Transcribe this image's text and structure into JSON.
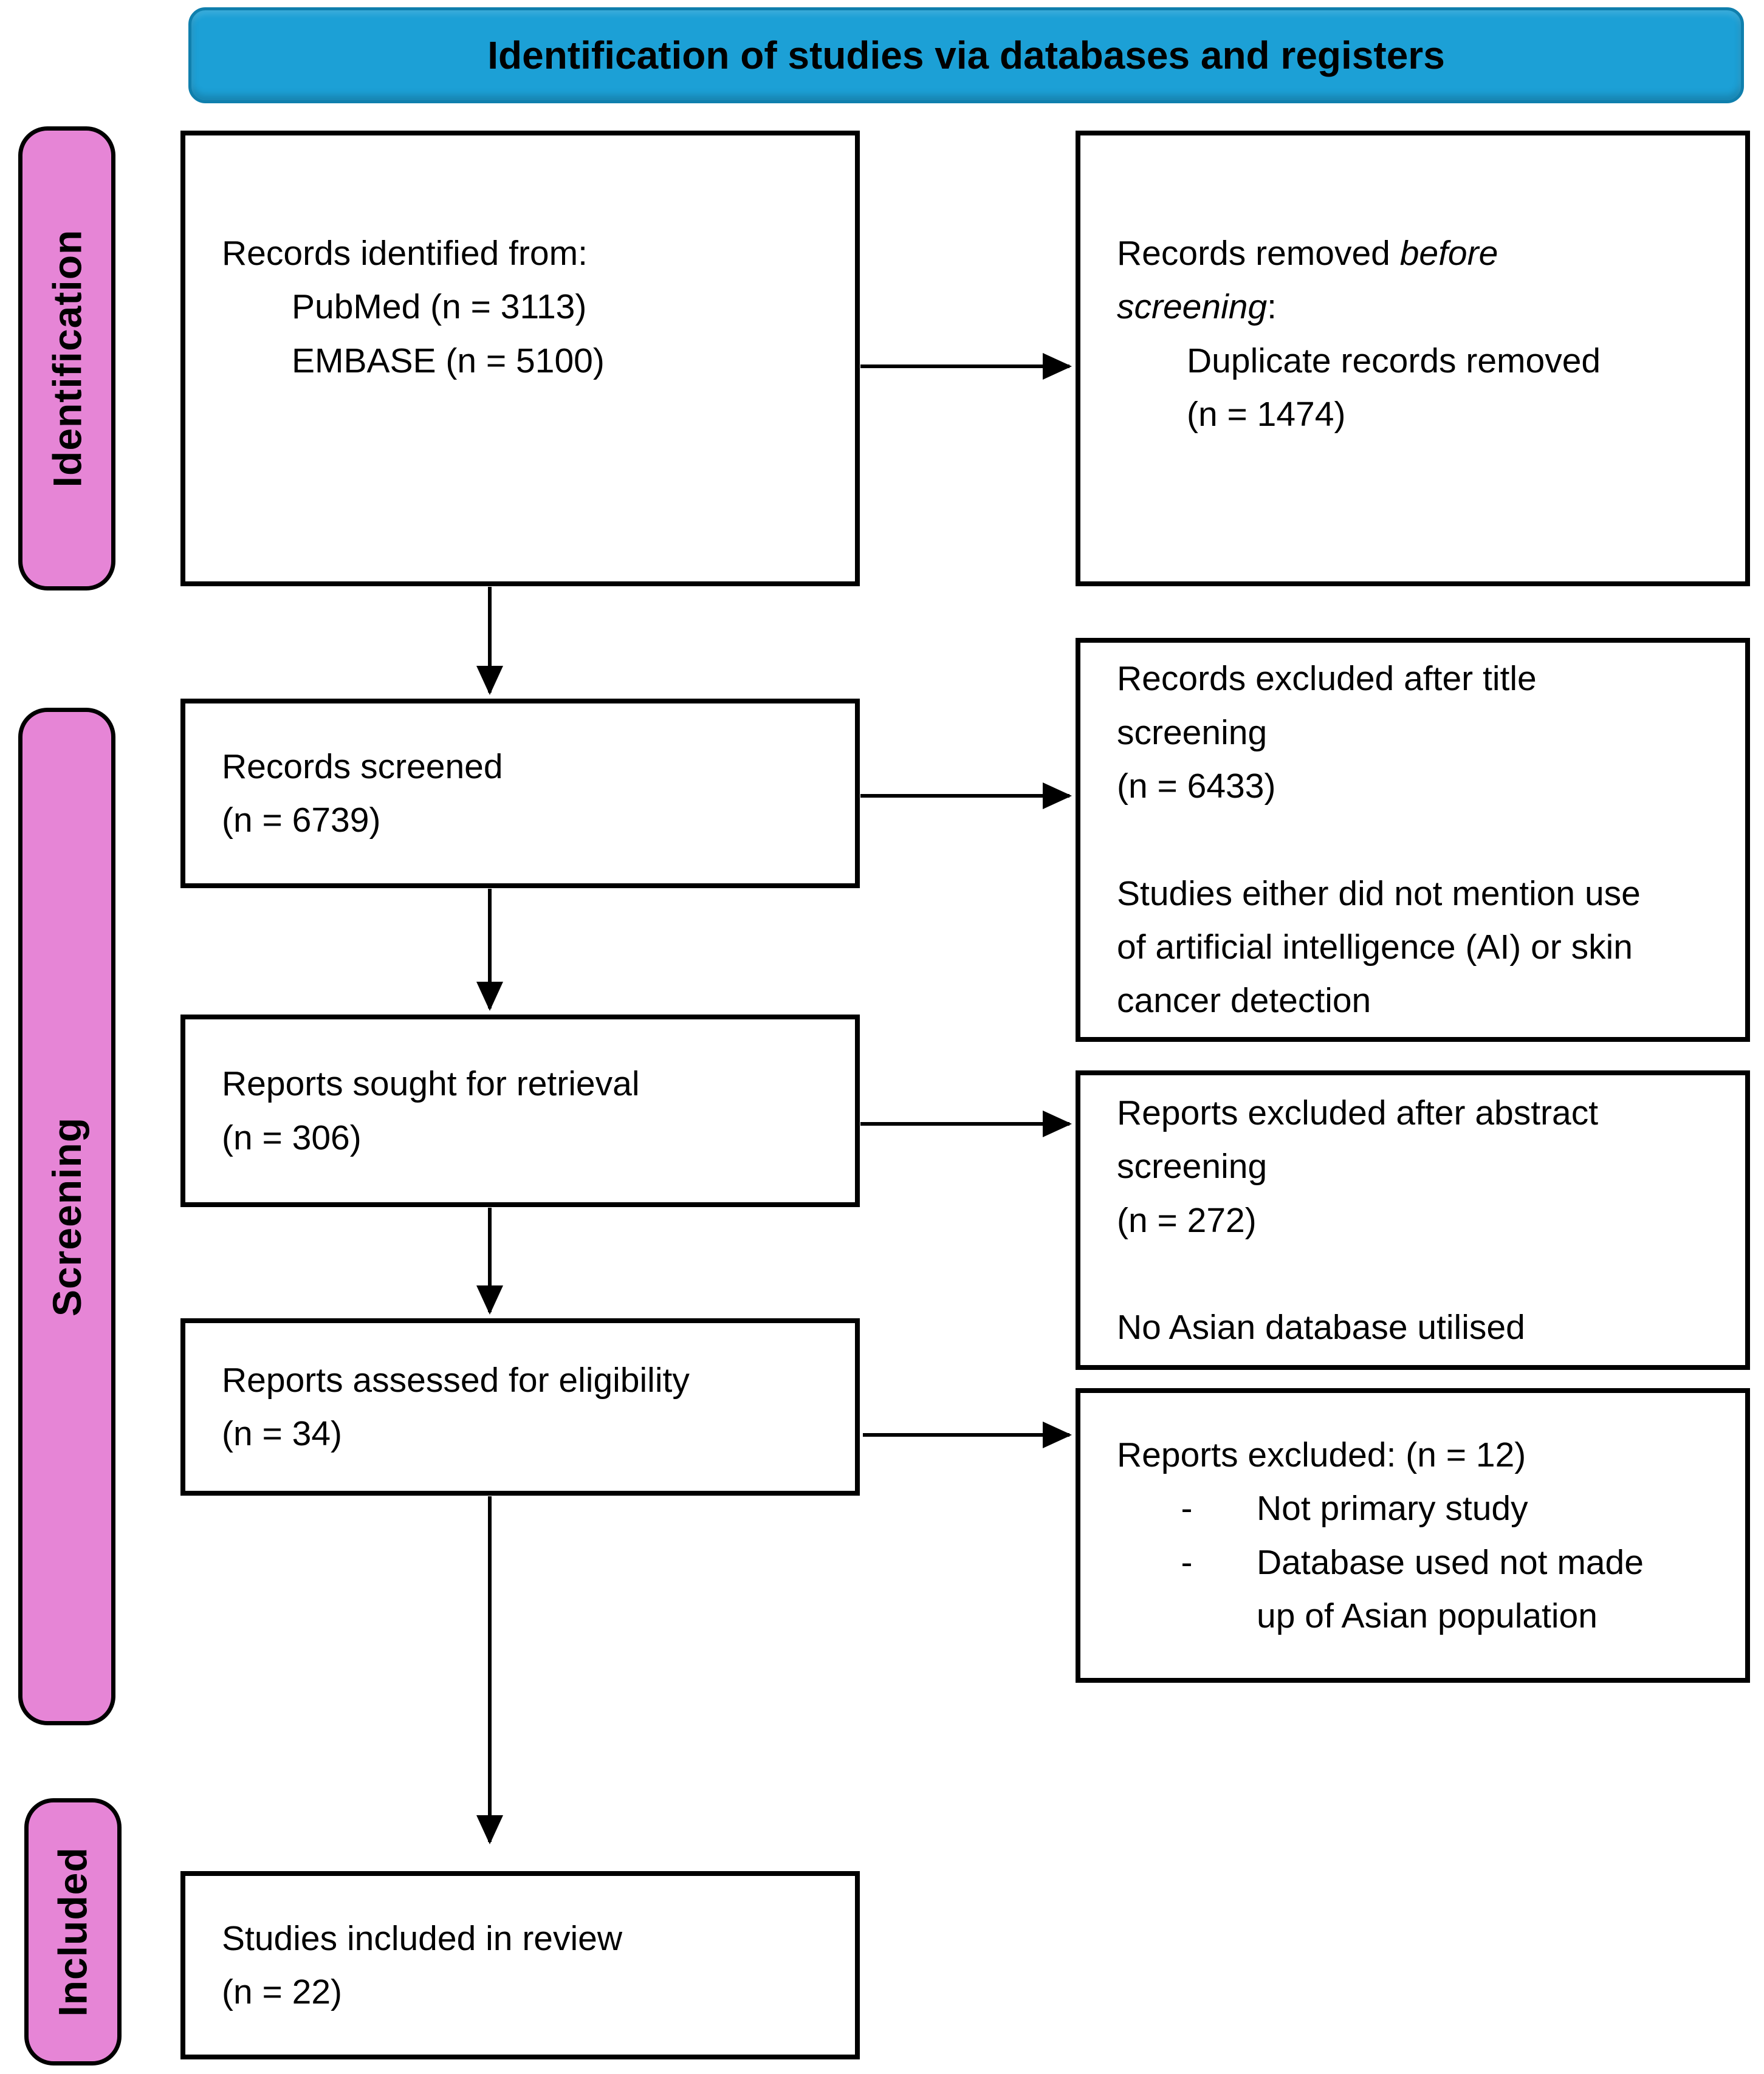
{
  "header": {
    "title": "Identification of studies via databases and registers"
  },
  "colors": {
    "header_bg": "#1CA0D6",
    "header_border": "#0f7fad",
    "stage_bg": "#E685D6"
  },
  "stages": {
    "identification": "Identification",
    "screening": "Screening",
    "included": "Included"
  },
  "boxes": {
    "records_identified": {
      "line1": "Records identified from:",
      "line2": "PubMed (n = 3113)",
      "line3": "EMBASE (n = 5100)"
    },
    "records_removed": {
      "intro_normal": "Records removed ",
      "intro_italic": "before screening",
      "intro_colon": ":",
      "line2": "Duplicate records removed",
      "line3": "(n = 1474)"
    },
    "records_screened": {
      "line1": "Records screened",
      "line2": "(n = 6739)"
    },
    "records_excluded_title": {
      "line1": "Records excluded after title screening",
      "line2": "(n = 6433)",
      "para2": "Studies either did not mention use of artificial intelligence (AI) or skin cancer detection"
    },
    "reports_sought": {
      "line1": "Reports sought for retrieval",
      "line2": "(n = 306)"
    },
    "reports_excluded_abstract": {
      "line1": "Reports excluded after abstract screening",
      "line2": "(n = 272)",
      "para2": "No Asian database utilised"
    },
    "reports_assessed": {
      "line1": "Reports assessed for eligibility",
      "line2": "(n = 34)"
    },
    "reports_excluded": {
      "line1": "Reports excluded: (n = 12)",
      "dash": "-",
      "bullet1": "Not primary study",
      "bullet2": "Database used not made up of Asian population"
    },
    "studies_included": {
      "line1": "Studies included in review",
      "line2": "(n = 22)"
    }
  }
}
